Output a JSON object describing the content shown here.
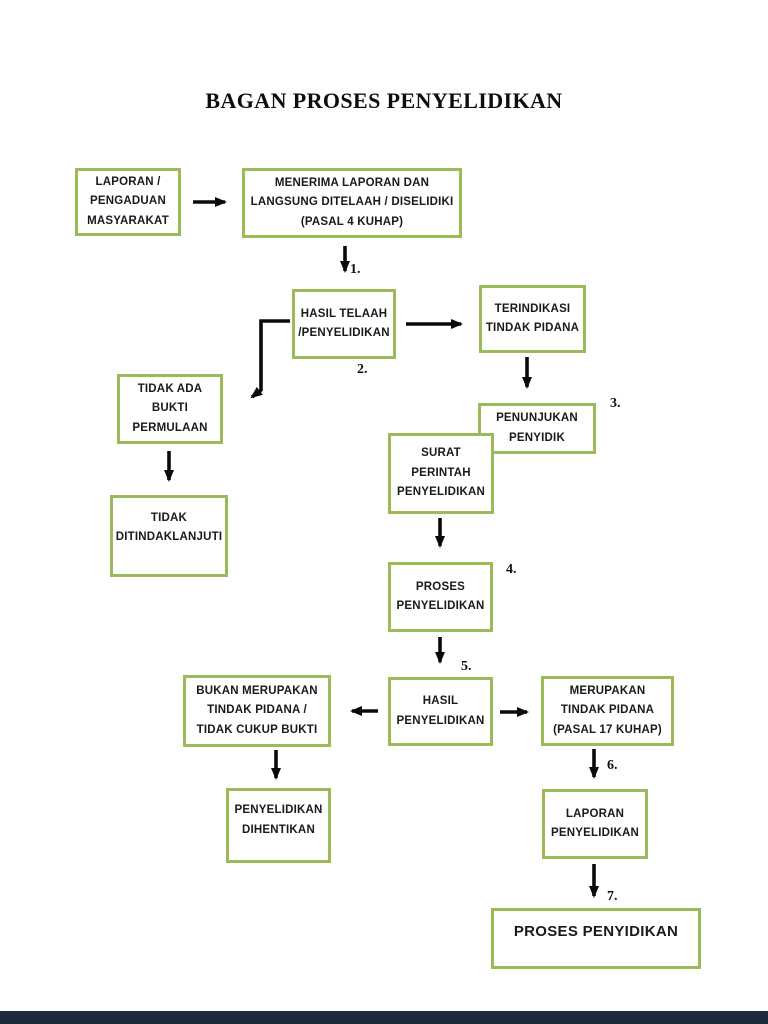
{
  "page": {
    "title": "BAGAN PROSES PENYELIDIKAN"
  },
  "colors": {
    "box_border": "#9bbb59",
    "arrow": "#0a0a0a",
    "text": "#1a1a1a",
    "footer_bar": "#1f2a3a",
    "background": "#ffffff"
  },
  "nodes": {
    "laporan_masyarakat": {
      "lines": [
        "LAPORAN /",
        "PENGADUAN",
        "MASYARAKAT"
      ]
    },
    "menerima_laporan": {
      "lines": [
        "MENERIMA LAPORAN DAN",
        "LANGSUNG DITELAAH / DISELIDIKI",
        "(PASAL 4 KUHAP)"
      ]
    },
    "hasil_telaah": {
      "lines": [
        "HASIL TELAAH",
        "/PENYELIDIKAN"
      ]
    },
    "terindikasi": {
      "lines": [
        "TERINDIKASI",
        "TINDAK PIDANA"
      ]
    },
    "penunjukan_penyidik": {
      "lines": [
        "PENUNJUKAN",
        "PENYIDIK"
      ]
    },
    "surat_perintah": {
      "lines": [
        "SURAT",
        "PERINTAH",
        "PENYELIDIKAN"
      ]
    },
    "proses_penyelidikan": {
      "lines": [
        "PROSES",
        "PENYELIDIKAN"
      ]
    },
    "hasil_penyelidikan": {
      "lines": [
        "HASIL",
        "PENYELIDIKAN"
      ]
    },
    "bukan_merupakan": {
      "lines": [
        "BUKAN MERUPAKAN",
        "TINDAK PIDANA /",
        "TIDAK CUKUP BUKTI"
      ]
    },
    "merupakan": {
      "lines": [
        "MERUPAKAN",
        "TINDAK PIDANA",
        "(PASAL 17 KUHAP)"
      ]
    },
    "tidak_ada_bukti": {
      "lines": [
        "TIDAK ADA",
        "BUKTI",
        "PERMULAAN"
      ]
    },
    "tidak_ditindaklanjuti": {
      "lines": [
        "TIDAK",
        "DITINDAKLANJUTI"
      ]
    },
    "penyelidikan_dihentikan": {
      "lines": [
        "PENYELIDIKAN",
        "DIHENTIKAN"
      ]
    },
    "laporan_penyelidikan": {
      "lines": [
        "LAPORAN",
        "PENYELIDIKAN"
      ]
    },
    "proses_penyidikan": {
      "lines": [
        "PROSES PENYIDIKAN"
      ]
    }
  },
  "step_labels": {
    "s1": "1.",
    "s2": "2.",
    "s3": "3.",
    "s4": "4.",
    "s5": "5.",
    "s6": "6.",
    "s7": "7."
  }
}
